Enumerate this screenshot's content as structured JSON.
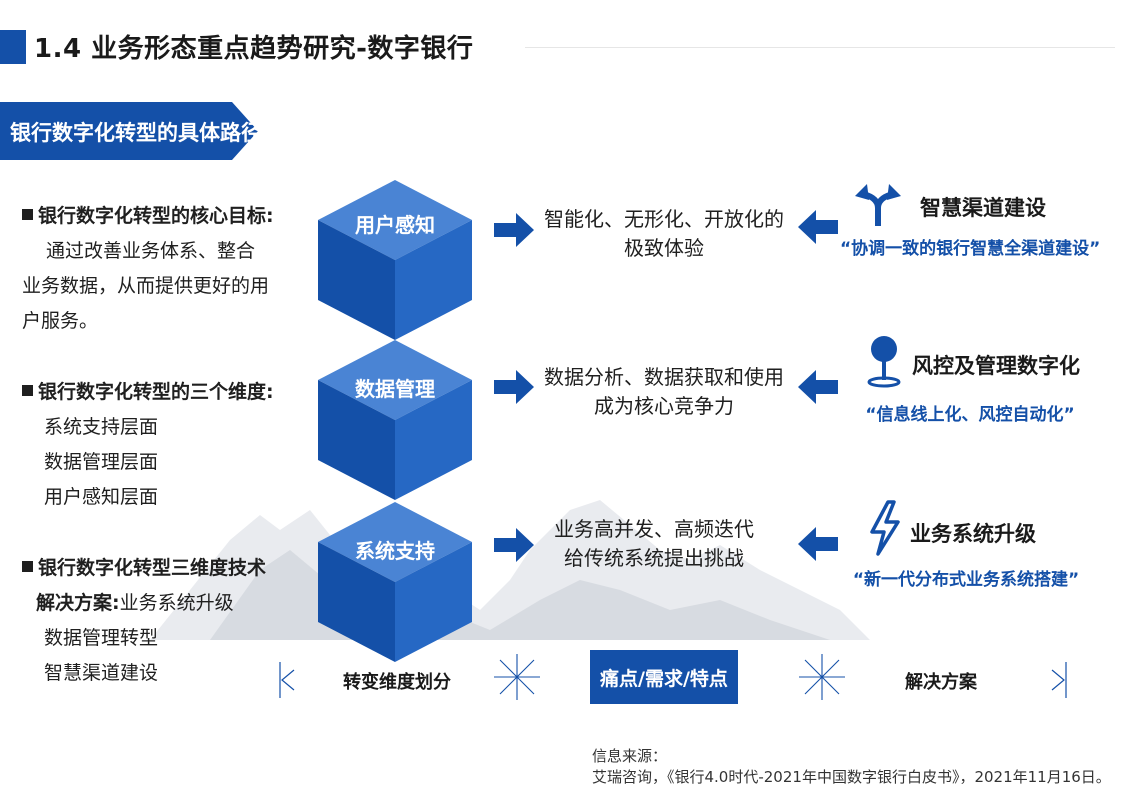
{
  "title": "1.4 业务形态重点趋势研究-数字银行",
  "banner": "银行数字化转型的具体路径",
  "left": {
    "goal_head": "银行数字化转型的核心目标:",
    "goal_lines": [
      "通过改善业务体系、整合",
      "业务数据，从而提供更好的用",
      "户服务。"
    ],
    "dim_head": "银行数字化转型的三个维度:",
    "dim_lines": [
      "系统支持层面",
      "数据管理层面",
      "用户感知层面"
    ],
    "tech_head": "银行数字化转型三维度技术",
    "tech_sub": "解决方案:",
    "tech_lines": [
      "业务系统升级",
      "数据管理转型",
      "智慧渠道建设"
    ]
  },
  "rows": [
    {
      "cube": "用户感知",
      "pain": [
        "智能化、无形化、开放化的",
        "极致体验"
      ],
      "solution": "智慧渠道建设",
      "quote": "“协调一致的银行智慧全渠道建设”",
      "icon": "split-road-arrow-icon"
    },
    {
      "cube": "数据管理",
      "pain": [
        "数据分析、数据获取和使用",
        "成为核心竞争力"
      ],
      "solution": "风控及管理数字化",
      "quote": "“信息线上化、风控自动化”",
      "icon": "map-pin-icon"
    },
    {
      "cube": "系统支持",
      "pain": [
        "业务高并发、高频迭代",
        "给传统系统提出挑战"
      ],
      "solution": "业务系统升级",
      "quote": "“新一代分布式业务系统搭建”",
      "icon": "lightning-bolt-icon"
    }
  ],
  "bottom": {
    "col1": "转变维度划分",
    "col2": "痛点/需求/特点",
    "col3": "解决方案"
  },
  "source": {
    "label": "信息来源：",
    "text": "艾瑞咨询，《银行4.0时代-2021年中国数字银行白皮书》，2021年11月16日。"
  },
  "colors": {
    "primary": "#1450a8",
    "cube_top": "#4a84d4",
    "cube_left": "#1450a8",
    "cube_right": "#2668c4"
  }
}
